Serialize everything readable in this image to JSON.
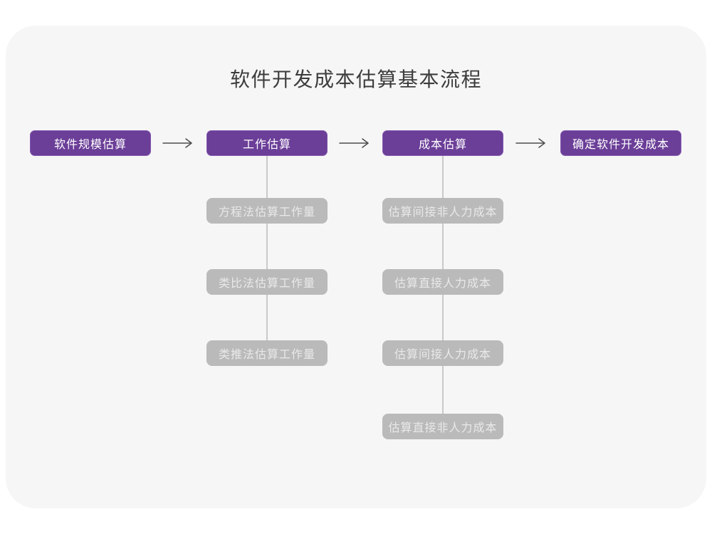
{
  "title": "软件开发成本估算基本流程",
  "flow": {
    "stages": [
      {
        "label": "软件规模估算"
      },
      {
        "label": "工作估算"
      },
      {
        "label": "成本估算"
      },
      {
        "label": "确定软件开发成本"
      }
    ],
    "work_methods": [
      "方程法估算工作量",
      "类比法估算工作量",
      "类推法估算工作量"
    ],
    "cost_items": [
      "估算间接非人力成本",
      "估算直接人力成本",
      "估算间接人力成本",
      "估算直接非人力成本"
    ]
  },
  "colors": {
    "purple": "#6b3e98",
    "purple_border": "#8257ad",
    "gray_box": "#bababa",
    "gray_box_text": "#e9e9e9",
    "connector_line": "#c9c9c9",
    "arrow": "#4c4c4c",
    "title_text": "#3c3c3c",
    "card_bg": "#f6f6f7",
    "page_bg": "#ffffff"
  }
}
